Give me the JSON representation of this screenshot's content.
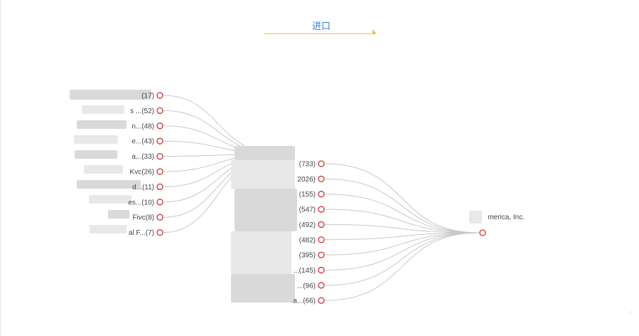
{
  "tab": {
    "label": "进口"
  },
  "graph": {
    "left_nodes": [
      {
        "label": "(17)"
      },
      {
        "label": "s ...(52)"
      },
      {
        "label": "n...(48)"
      },
      {
        "label": "e...(43)"
      },
      {
        "label": "a...(33)"
      },
      {
        "label": "Kvc(26)"
      },
      {
        "label": "d...(11)"
      },
      {
        "label": "es...(10)"
      },
      {
        "label": "Fivc(8)"
      },
      {
        "label": "al F...(7)"
      }
    ],
    "middle_nodes": [
      {
        "label": "(733)"
      },
      {
        "label": "2026)"
      },
      {
        "label": "(155)"
      },
      {
        "label": "(547)"
      },
      {
        "label": "(492)"
      },
      {
        "label": "(482)"
      },
      {
        "label": "(395)"
      },
      {
        "label": "...(145)"
      },
      {
        "label": "...(96)"
      },
      {
        "label": "a...(66)"
      }
    ],
    "right_node": {
      "label": "merica, Inc."
    }
  }
}
